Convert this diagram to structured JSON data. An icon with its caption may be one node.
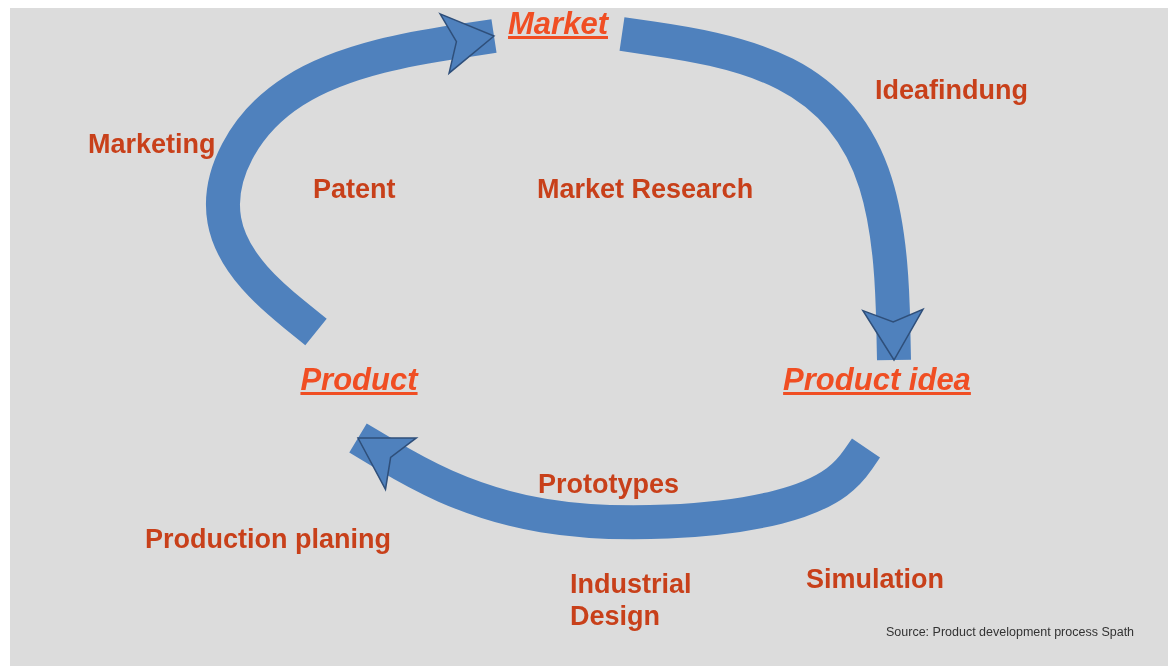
{
  "diagram": {
    "nodes": [
      {
        "text": [
          "Market"
        ]
      },
      {
        "text": [
          "Product idea"
        ]
      },
      {
        "text": [
          "Product"
        ]
      }
    ],
    "edges": [
      {
        "from": 0,
        "to": 1,
        "arrow": "to"
      },
      {
        "from": 1,
        "to": 2,
        "arrow": "to"
      },
      {
        "from": 2,
        "to": 0,
        "arrow": "to"
      }
    ],
    "labels": [
      "Ideafindung",
      "Marketing",
      "Patent",
      "Market Research",
      "Prototypes",
      "Production planing",
      "Industrial Design",
      "Simulation",
      "Source: Product development process Spath"
    ]
  }
}
